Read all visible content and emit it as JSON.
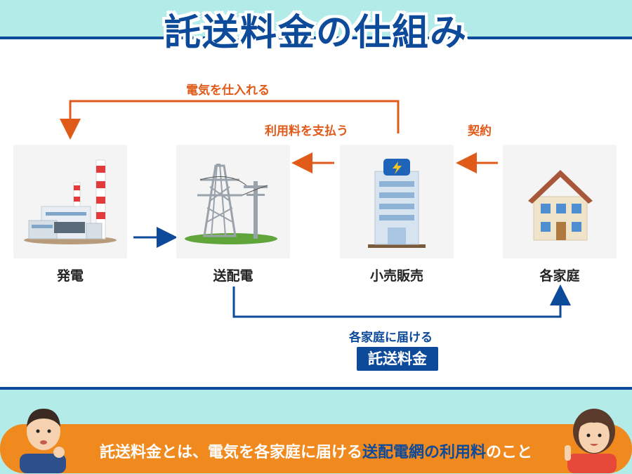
{
  "title": "託送料金の仕組み",
  "nodes": [
    {
      "label": "発電",
      "icon": "power-plant-icon"
    },
    {
      "label": "送配電",
      "icon": "transmission-tower-icon"
    },
    {
      "label": "小売販売",
      "icon": "office-building-icon"
    },
    {
      "label": "各家庭",
      "icon": "house-icon"
    }
  ],
  "flows": {
    "supply_label": "電気を仕入れる",
    "usage_fee_label": "利用料を支払う",
    "contract_label": "契約",
    "deliver_label": "各家庭に届ける",
    "fee_badge": "託送料金"
  },
  "banner": {
    "text_before": "託送料金とは、電気を各家庭に届ける",
    "text_highlight": "送配電網の利用料",
    "text_after": "のこと"
  },
  "colors": {
    "primary_blue": "#0d4a9a",
    "accent_orange": "#e05a1a",
    "banner_orange": "#f08a1f",
    "band_teal": "#b3ebe8"
  }
}
